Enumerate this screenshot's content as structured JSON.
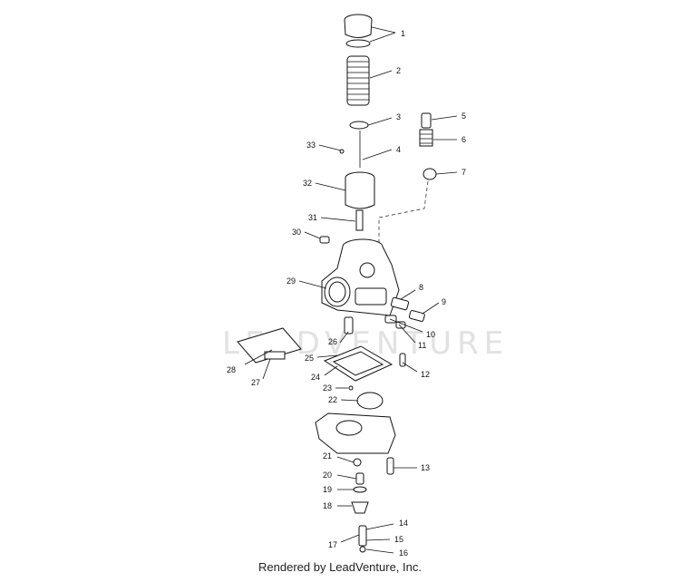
{
  "watermark": "LEADVENTURE",
  "footer": "Rendered by LeadVenture, Inc.",
  "callouts": [
    "1",
    "2",
    "3",
    "4",
    "5",
    "6",
    "7",
    "8",
    "9",
    "10",
    "11",
    "12",
    "13",
    "14",
    "15",
    "16",
    "17",
    "18",
    "19",
    "20",
    "21",
    "22",
    "23",
    "24",
    "25",
    "26",
    "27",
    "28",
    "29",
    "30",
    "31",
    "32",
    "33"
  ]
}
